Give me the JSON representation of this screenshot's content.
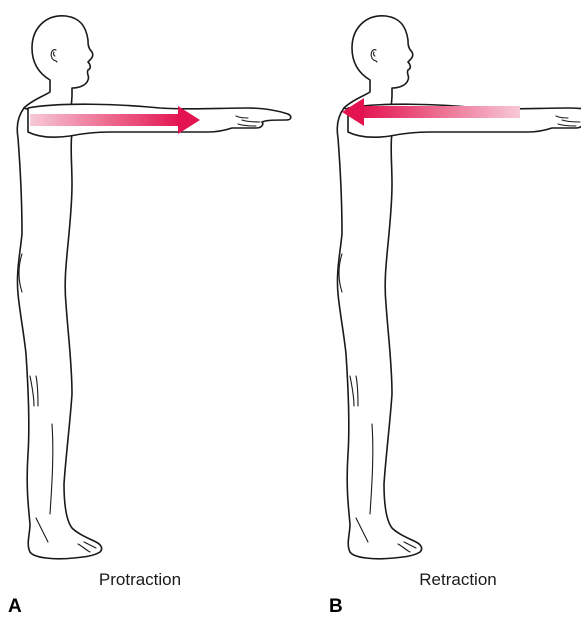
{
  "panels": [
    {
      "letter": "A",
      "caption": "Protraction",
      "arrow_direction": "forward"
    },
    {
      "letter": "B",
      "caption": "Retraction",
      "arrow_direction": "backward"
    }
  ],
  "colors": {
    "arrow": "#e3134f",
    "arrow_fade": "#f4b7c8",
    "outline": "#1a1a1a"
  }
}
